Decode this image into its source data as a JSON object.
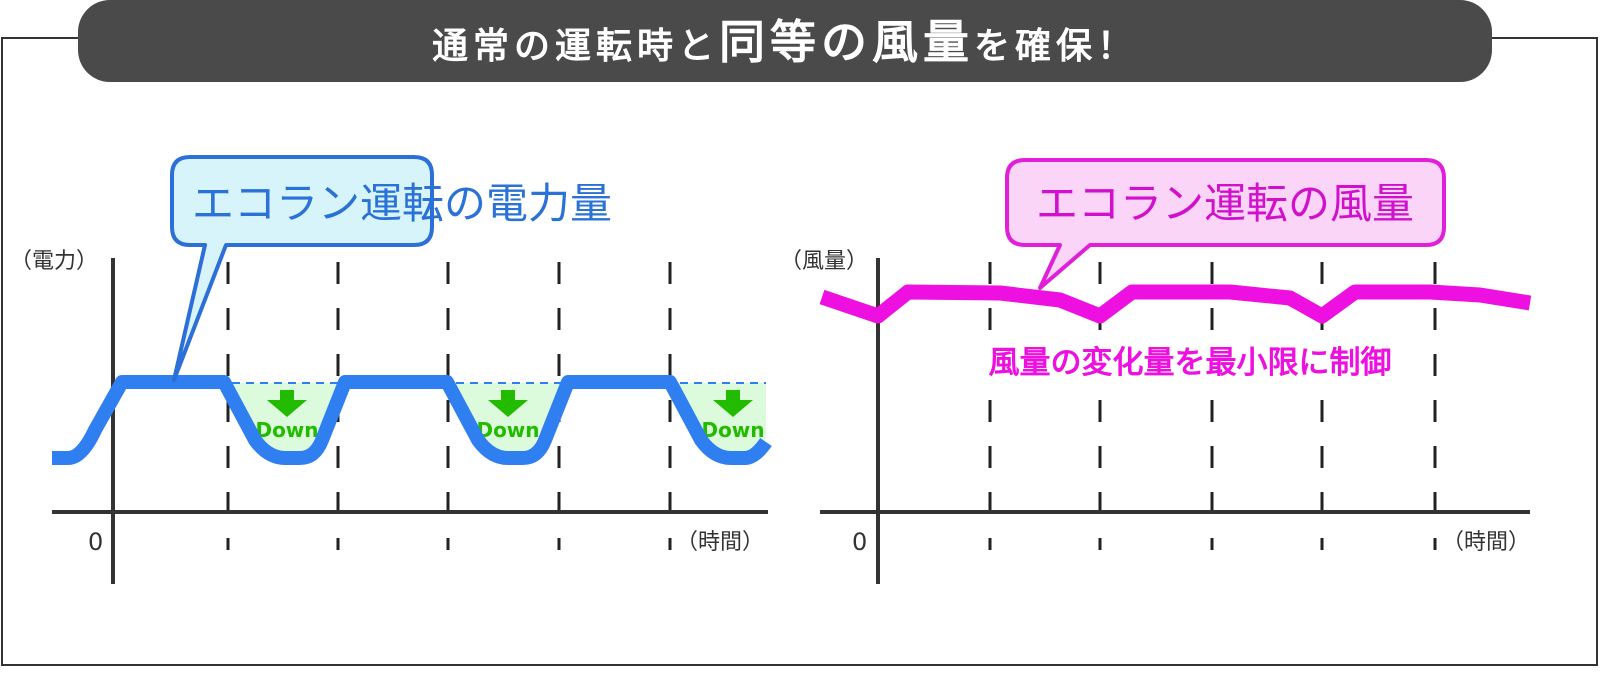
{
  "title": {
    "part1": "通常の運転時と",
    "emphasis": "同等の風量",
    "part2": "を確保！"
  },
  "left_chart": {
    "callout": "エコラン運転の電力量",
    "y_label": "（電力）",
    "x_label": "（時間）",
    "origin": "0",
    "down_labels": [
      "Down",
      "Down",
      "Down"
    ],
    "line_color": "#2f7ff0"
  },
  "right_chart": {
    "callout": "エコラン運転の風量",
    "y_label": "（風量）",
    "x_label": "（時間）",
    "origin": "0",
    "note": "風量の変化量を最小限に制御",
    "line_color": "#ee10e0"
  }
}
